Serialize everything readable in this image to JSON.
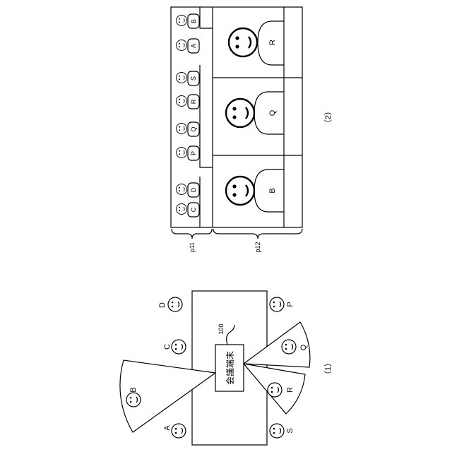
{
  "figure_1": {
    "label": "（1）",
    "device_label": "会議端末",
    "device_ref": "100",
    "people": {
      "A": "A",
      "B": "B",
      "C": "C",
      "D": "D",
      "P": "P",
      "Q": "Q",
      "R": "R",
      "S": "S"
    }
  },
  "figure_2": {
    "label": "（2）",
    "region_p11": "p11",
    "region_p12": "p12",
    "strip_faces": [
      "C",
      "D",
      "P",
      "Q",
      "R",
      "S",
      "A",
      "B"
    ],
    "main_faces": [
      "B",
      "Q",
      "R"
    ]
  }
}
